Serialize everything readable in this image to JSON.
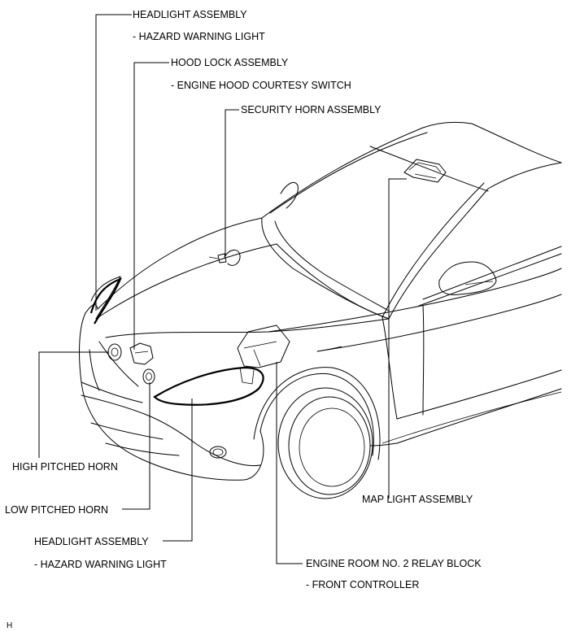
{
  "labels": {
    "headlight_top": "HEADLIGHT ASSEMBLY",
    "headlight_top_sub": "- HAZARD WARNING LIGHT",
    "hood_lock": "HOOD LOCK ASSEMBLY",
    "hood_lock_sub": "- ENGINE HOOD COURTESY SWITCH",
    "security_horn": "SECURITY HORN ASSEMBLY",
    "high_horn": "HIGH PITCHED HORN",
    "low_horn": "LOW PITCHED HORN",
    "headlight_bottom": "HEADLIGHT ASSEMBLY",
    "headlight_bottom_sub": "- HAZARD WARNING LIGHT",
    "map_light": "MAP LIGHT ASSEMBLY",
    "relay_block": "ENGINE ROOM NO. 2 RELAY BLOCK",
    "relay_block_sub": "- FRONT CONTROLLER",
    "corner_code": "H"
  }
}
